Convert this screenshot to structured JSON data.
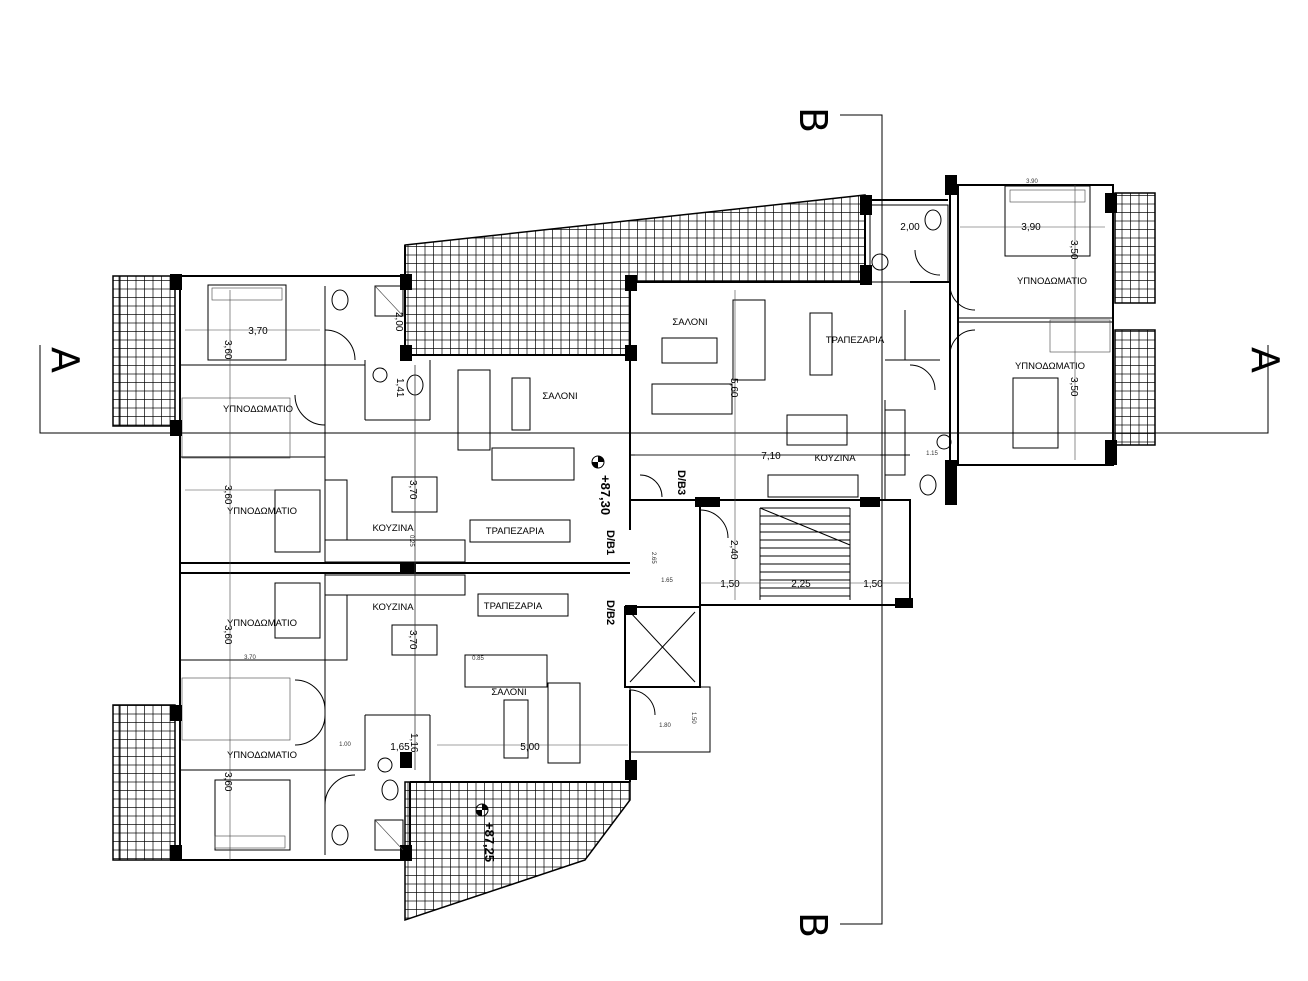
{
  "section_markers": {
    "a_left": "A",
    "a_right": "A",
    "b_top": "B",
    "b_bottom": "B"
  },
  "rooms": {
    "bed_tl": "ΥΠΝΟΔΩΜΑΤΙΟ",
    "bed_ml": "ΥΠΝΟΔΩΜΑΤΙΟ",
    "bed_m2": "ΥΠΝΟΔΩΜΑΤΙΟ",
    "bed_bl": "ΥΠΝΟΔΩΜΑΤΙΟ",
    "bed_tr": "ΥΠΝΟΔΩΜΑΤΙΟ",
    "bed_tr2": "ΥΠΝΟΔΩΜΑΤΙΟ",
    "living_1": "ΣΑΛΟΝΙ",
    "living_2": "ΣΑΛΟΝΙ",
    "living_3": "ΣΑΛΟΝΙ",
    "dining_1": "ΤΡΑΠΕΖΑΡΙΑ",
    "dining_2": "ΤΡΑΠΕΖΑΡΙΑ",
    "dining_3": "ΤΡΑΠΕΖΑΡΙΑ",
    "kitchen_1": "ΚΟΥΖΙΝΑ",
    "kitchen_2": "ΚΟΥΖΙΝΑ",
    "kitchen_3": "ΚΟΥΖΙΝΑ"
  },
  "levels": {
    "top": "+87,30",
    "bottom": "+87,25"
  },
  "distribution_boards": {
    "db1": "D/B1",
    "db2": "D/B2",
    "db3": "D/B3"
  },
  "dimensions": {
    "d370_a": "3,70",
    "d360_a": "3,60",
    "d200_a": "2,00",
    "d141": "1,41",
    "d360_b": "3,60",
    "d370_b": "3,70",
    "d025_a": "0.25",
    "d360_c": "3,60",
    "d370_c": "3,70",
    "d360_d": "3,60",
    "d165": "1,65",
    "d116": "1,16",
    "d500": "5,00",
    "d560": "5,60",
    "d710": "7,10",
    "d240": "2,40",
    "d150_a": "1,50",
    "d225": "2,25",
    "d150_b": "1,50",
    "d200_b": "2,00",
    "d390": "3,90",
    "d350_a": "3,50",
    "d350_b": "3,50",
    "sm_390": "3.90",
    "sm_100": "1.00",
    "sm_180": "1.80",
    "sm_150": "1.50",
    "sm_165": "1.65",
    "sm_265": "2.65",
    "sm_085": "0.85",
    "sm_370": "3.70",
    "sm_115": "1.15"
  },
  "colors": {
    "line": "#000000",
    "background": "#ffffff"
  }
}
